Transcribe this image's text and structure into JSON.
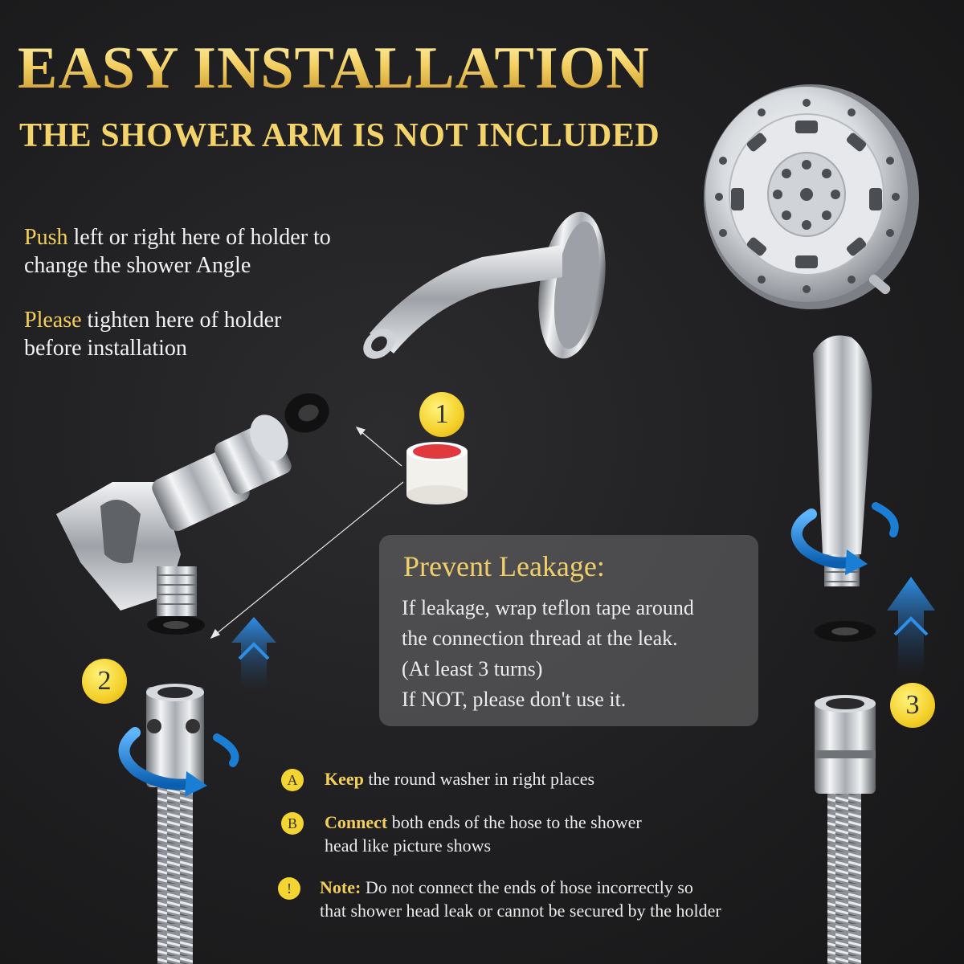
{
  "header": {
    "title": "EASY INSTALLATION",
    "subtitle": "THE SHOWER ARM IS NOT INCLUDED"
  },
  "tips": [
    {
      "keyword": "Push",
      "line1_rest": " left or right here of holder to",
      "line2": "change the shower Angle"
    },
    {
      "keyword": "Please",
      "line1_rest": " tighten here of holder",
      "line2": "before installation"
    }
  ],
  "leak_box": {
    "title": "Prevent Leakage:",
    "lines": [
      "If leakage, wrap teflon tape around",
      "the connection thread at the leak.",
      "(At least 3 turns)",
      "If NOT, please don't use it."
    ]
  },
  "badges": [
    "1",
    "2",
    "3"
  ],
  "steps": [
    {
      "marker": "A",
      "keyword": "Keep",
      "line1_rest": " the round washer in right places",
      "line2": ""
    },
    {
      "marker": "B",
      "keyword": "Connect",
      "line1_rest": " both ends of the hose to the shower",
      "line2": "head like picture shows"
    },
    {
      "marker": "!",
      "keyword": "Note:",
      "line1_rest": " Do not connect the ends of hose incorrectly so",
      "line2": "that shower head leak or cannot be secured by the holder"
    }
  ],
  "colors": {
    "background": "#1f1f21",
    "gold": "#f3cf5a",
    "badge_yellow": "#f4d02a",
    "arrow_blue": "#1a7fd4",
    "chrome": "#c9ccd1"
  },
  "icons": [
    "shower-arm-icon",
    "bracket-holder-icon",
    "handheld-showerhead-icon",
    "teflon-tape-icon",
    "washer-icon",
    "rotate-arrow-icon",
    "up-arrow-icon",
    "hose-icon"
  ]
}
